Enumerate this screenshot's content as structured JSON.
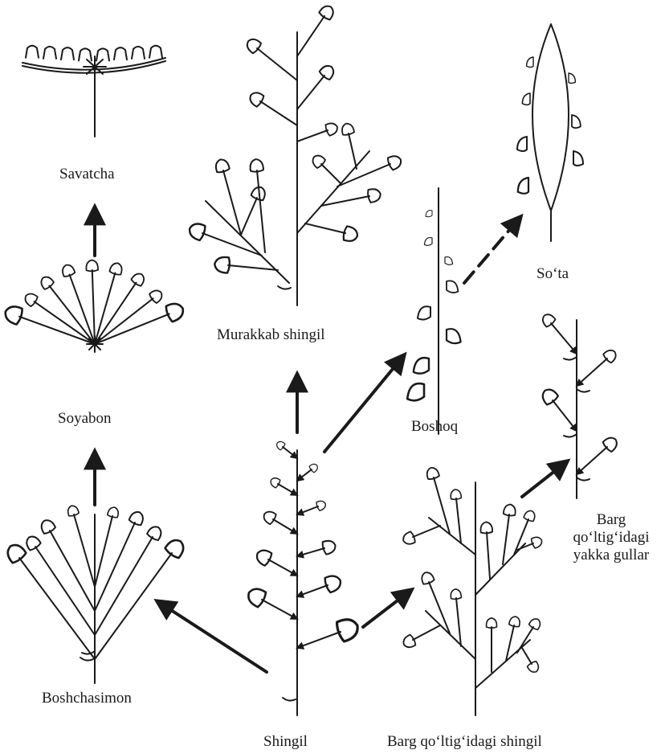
{
  "labels": {
    "savatcha": "Savatcha",
    "soyabon": "Soyabon",
    "murakkab_shingil": "Murakkab shingil",
    "sota": "So‘ta",
    "boshoq": "Boshoq",
    "barg_yakka_1": "Barg",
    "barg_yakka_2": "qo‘ltig‘idagi",
    "barg_yakka_3": "yakka gullar",
    "boshchasimon": "Boshchasimon",
    "shingil": "Shingil",
    "barg_shingil": "Barg qo‘ltig‘idagi shingil"
  },
  "colors": {
    "ink": "#1a1a1a",
    "background": "#ffffff"
  }
}
